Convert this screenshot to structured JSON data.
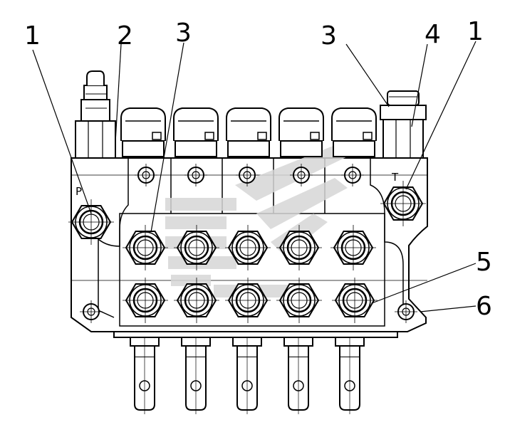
{
  "callouts": {
    "c1_left": "1",
    "c2": "2",
    "c3_left": "3",
    "c3_right": "3",
    "c4": "4",
    "c1_right": "1",
    "c5": "5",
    "c6": "6"
  },
  "port_labels": {
    "p": "P",
    "t": "T"
  },
  "colors": {
    "ink": "#000000",
    "watermark": "#d6d6d6",
    "paper": "#ffffff"
  }
}
